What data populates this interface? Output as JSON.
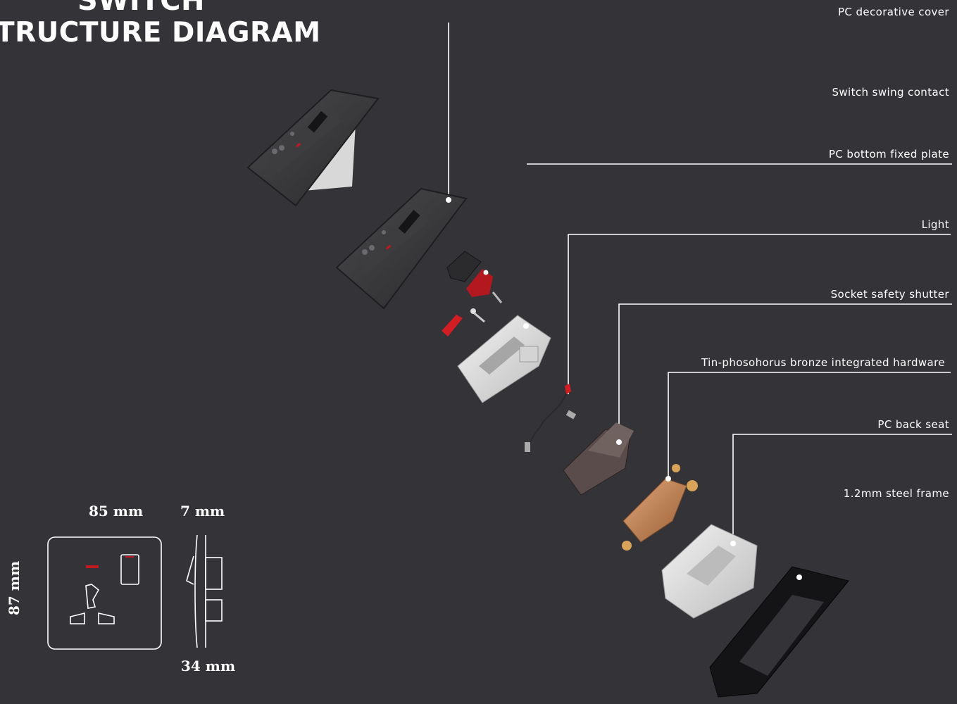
{
  "title": {
    "line1": "SWITCH",
    "line2": "TRUCTURE DIAGRAM"
  },
  "parts": [
    "PC decorative cover",
    "Switch swing contact",
    "PC bottom fixed plate",
    "Light",
    "Socket safety shutter",
    "Tin-phosohorus bronze integrated hardware",
    "PC back seat",
    "1.2mm steel frame"
  ],
  "dimensions": {
    "width": "85 mm",
    "height": "87 mm",
    "thickness": "7 mm",
    "depth": "34 mm"
  },
  "colors": {
    "background": "#343338",
    "callout_line": "#ffffff",
    "plate": "#3a3a3c",
    "indicator": "#c0191f",
    "bronze": "#c98a5a"
  }
}
